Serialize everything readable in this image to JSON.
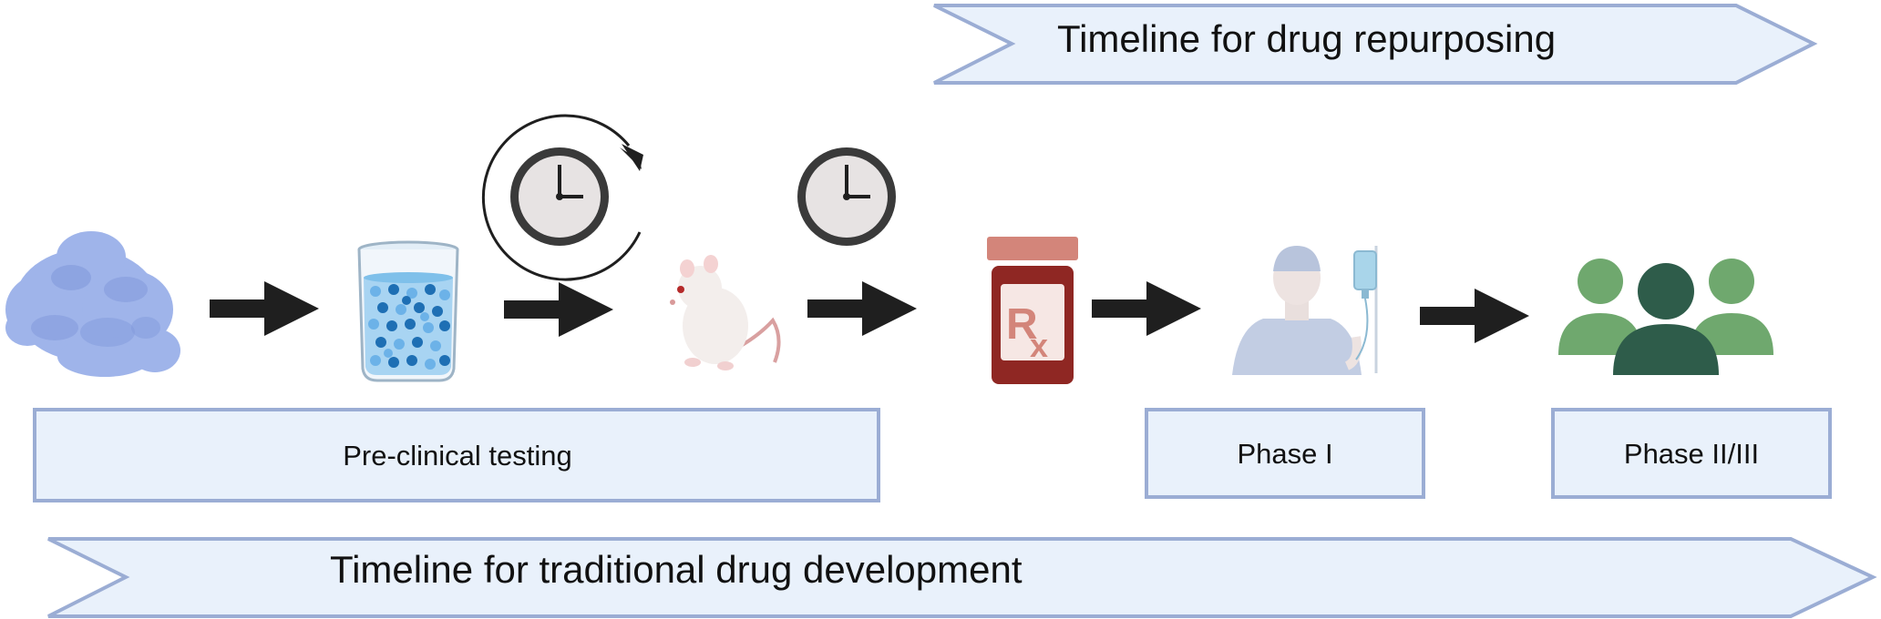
{
  "timelines": {
    "repurposing_label": "Timeline for drug repurposing",
    "traditional_label": "Timeline for traditional drug development"
  },
  "stages": {
    "preclinical_label": "Pre-clinical testing",
    "phase1_label": "Phase I",
    "phase23_label": "Phase II/III"
  },
  "icons": {
    "compound": "protein-blob-icon",
    "beaker": "beaker-cells-icon",
    "repeat_clock": "clock-cycle-icon",
    "clock": "clock-icon",
    "mouse": "mouse-icon",
    "prescription": "rx-bottle-icon",
    "patient": "patient-iv-icon",
    "population": "people-group-icon",
    "arrow": "arrow-right-icon"
  },
  "colors": {
    "banner_fill": "#e9f1fb",
    "banner_stroke": "#9badd4",
    "arrow": "#1f1f1f",
    "blob": "#9fb4ea",
    "blob_dark": "#8299db",
    "bead_light": "#6cb2e8",
    "bead_dark": "#1e6fb4",
    "rx_body": "#8f2723",
    "rx_cap": "#d3857a",
    "patient": "#c2cde3",
    "people_light": "#6fa86e",
    "people_dark": "#2e5c4a"
  }
}
